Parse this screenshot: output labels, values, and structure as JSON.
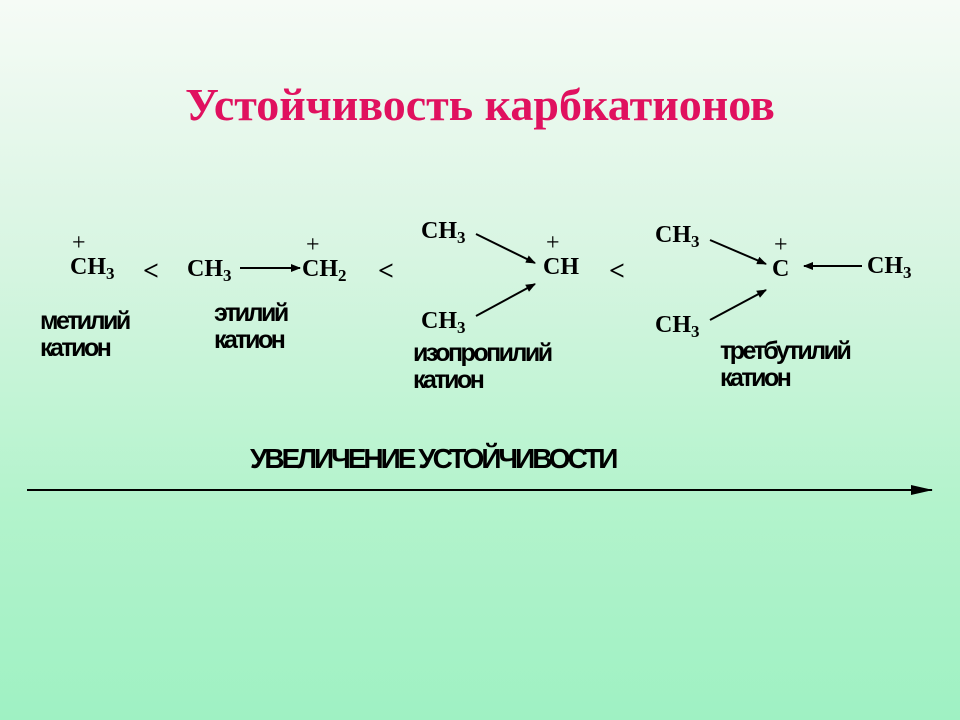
{
  "slide": {
    "title": "Устойчивость карбкатионов",
    "colors": {
      "title": "#e0115f",
      "background_top": "#f6fbf6",
      "background_bottom": "#9ff1c3"
    }
  },
  "cations": {
    "methyl": {
      "charge": "+",
      "group": "CH",
      "sub": "3",
      "name_line1": "метилий",
      "name_line2": "катион"
    },
    "ethyl": {
      "substituent": "CH",
      "substituent_sub": "3",
      "charge": "+",
      "center": "CH",
      "center_sub": "2",
      "name_line1": "этилий",
      "name_line2": "катион"
    },
    "isopropyl": {
      "substituent_top": "CH",
      "substituent_top_sub": "3",
      "substituent_bottom": "CH",
      "substituent_bottom_sub": "3",
      "charge": "+",
      "center": "CH",
      "name_line1": "изопропилий",
      "name_line2": "катион"
    },
    "tertbutyl": {
      "substituent_top": "CH",
      "substituent_top_sub": "3",
      "substituent_bottom": "CH",
      "substituent_bottom_sub": "3",
      "substituent_right": "CH",
      "substituent_right_sub": "3",
      "charge": "+",
      "center": "C",
      "name_line1": "третбутилий",
      "name_line2": "катион"
    }
  },
  "comparators": [
    "<",
    "<",
    "<"
  ],
  "trend": {
    "label": "УВЕЛИЧЕНИЕ УСТОЙЧИВОСТИ"
  }
}
